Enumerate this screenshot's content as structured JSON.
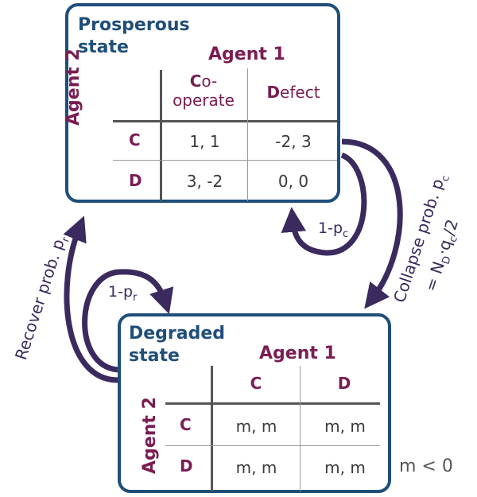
{
  "prosperous": {
    "title_line1": "Prosperous",
    "title_line2": "state",
    "agent1_label": "Agent 1",
    "agent2_label": "Agent 2",
    "col1_initial": "C",
    "col1_rest_line1": "o-",
    "col1_line2": "operate",
    "col2_initial": "D",
    "col2_rest": "efect",
    "row1_label": "C",
    "row2_label": "D",
    "cells": [
      [
        "1, 1",
        "-2, 3"
      ],
      [
        "3, -2",
        "0, 0"
      ]
    ]
  },
  "degraded": {
    "title_line1": "Degraded",
    "title_line2": "state",
    "agent1_label": "Agent 1",
    "agent2_label": "Agent 2",
    "col1_label": "C",
    "col2_label": "D",
    "row1_label": "C",
    "row2_label": "D",
    "cells": [
      [
        "m, m",
        "m, m"
      ],
      [
        "m, m",
        "m, m"
      ]
    ]
  },
  "transitions": {
    "stay_prosperous": "1-p",
    "stay_prosperous_sub": "c",
    "stay_degraded": "1-p",
    "stay_degraded_sub": "r",
    "collapse_line1": "Collapse prob. p",
    "collapse_line1_sub": "c",
    "collapse_line2": "= N",
    "collapse_line2_sub1": "D",
    "collapse_line2_mid": "·q",
    "collapse_line2_sub2": "c",
    "collapse_line2_end": "/2",
    "recover": "Recover prob. p",
    "recover_sub": "r"
  },
  "note": "m < 0",
  "colors": {
    "box_border": "#1f4e79",
    "agent": "#7a1d52",
    "arrow": "#3b2a5e"
  }
}
